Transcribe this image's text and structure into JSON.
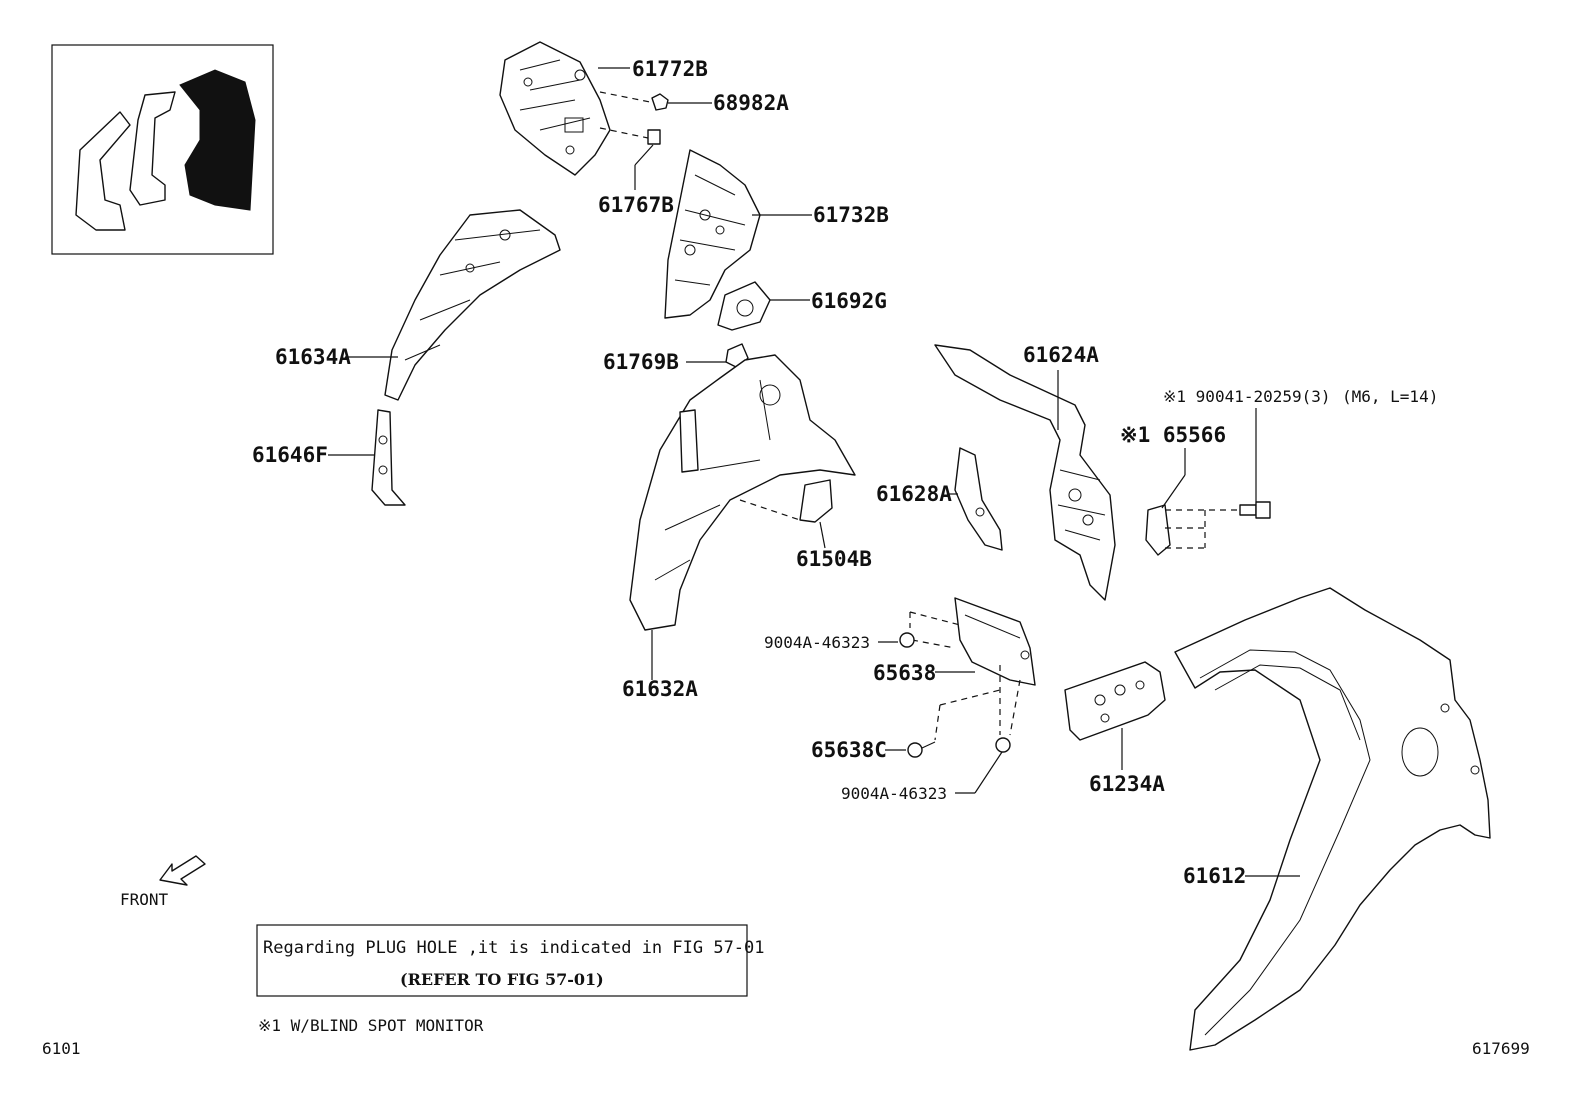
{
  "diagram": {
    "parts": [
      {
        "id": "p61772B",
        "label": "61772B"
      },
      {
        "id": "p68982A",
        "label": "68982A"
      },
      {
        "id": "p61767B",
        "label": "61767B"
      },
      {
        "id": "p61732B",
        "label": "61732B"
      },
      {
        "id": "p61692G",
        "label": "61692G"
      },
      {
        "id": "p61634A",
        "label": "61634A"
      },
      {
        "id": "p61769B",
        "label": "61769B"
      },
      {
        "id": "p61624A",
        "label": "61624A"
      },
      {
        "id": "p61646F",
        "label": "61646F"
      },
      {
        "id": "p61628A",
        "label": "61628A"
      },
      {
        "id": "p61504B",
        "label": "61504B"
      },
      {
        "id": "p9004A_1",
        "label": "9004A-46323"
      },
      {
        "id": "p65638",
        "label": "65638"
      },
      {
        "id": "p61632A",
        "label": "61632A"
      },
      {
        "id": "p65638C",
        "label": "65638C"
      },
      {
        "id": "p9004A_2",
        "label": "9004A-46323"
      },
      {
        "id": "p61234A",
        "label": "61234A"
      },
      {
        "id": "p61612",
        "label": "61612"
      }
    ],
    "bolt_note": "※1 90041-20259(3)",
    "bolt_spec": "(M6, L=14)",
    "sensor_note": "※1 65566",
    "front_label": "FRONT",
    "note_line1": "Regarding PLUG HOLE ,it is indicated in FIG 57-01",
    "note_line2": "(REFER TO FIG 57-01)",
    "footnote": "※1 W/BLIND SPOT MONITOR",
    "page_code_left": "6101",
    "page_code_right": "617699"
  }
}
